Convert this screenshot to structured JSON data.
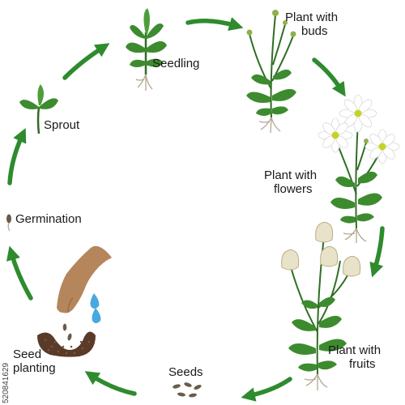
{
  "stages": {
    "seedling": "Seedling",
    "buds": [
      "Plant with",
      "buds"
    ],
    "flowers": [
      "Plant with",
      "flowers"
    ],
    "fruits": [
      "Plant with",
      "fruits"
    ],
    "seeds": "Seeds",
    "seed_planting": [
      "Seed",
      "planting"
    ],
    "germination": "Germination",
    "sprout": "Sprout"
  },
  "stock_id": "520841629",
  "colors": {
    "arrow": "#2e8b2e",
    "leaf": "#3d8b2f",
    "leaf_dark": "#2f6e23",
    "petal": "#ffffff",
    "flower_center": "#c6d22a",
    "root": "#b5a792",
    "soil": "#5a3a28",
    "skin": "#b5855c",
    "water": "#4aa8e0",
    "seed": "#6b5b4b"
  },
  "icons": [
    "arrow-icon",
    "sprout-icon",
    "seedling-icon",
    "bud-plant-icon",
    "flower-plant-icon",
    "fruit-plant-icon",
    "seeds-icon",
    "hand-icon",
    "water-drop-icon",
    "soil-icon",
    "germinating-seed-icon"
  ]
}
